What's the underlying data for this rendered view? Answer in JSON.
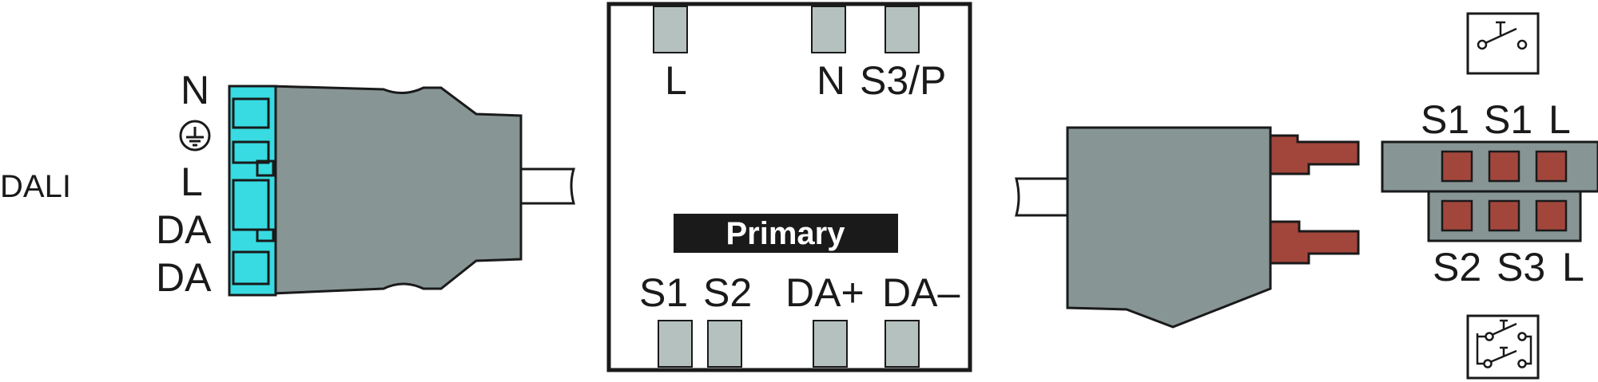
{
  "left_connector": {
    "side_label": "DALI",
    "pins": [
      "N",
      "L",
      "DA",
      "DA"
    ],
    "earth_symbol": "earth-ground-icon"
  },
  "driver_box": {
    "top_terminals": [
      "L",
      "N",
      "S3/P"
    ],
    "bottom_terminals": [
      "S1",
      "S2",
      "DA+",
      "DA–"
    ],
    "badge": "Primary"
  },
  "right_connector": {
    "top_labels": [
      "S1",
      "S1",
      "L"
    ],
    "bottom_labels": [
      "S2",
      "S3",
      "L"
    ],
    "switch_single": "single-pushbutton-switch-icon",
    "switch_double": "double-pushbutton-switch-icon"
  },
  "colors": {
    "connector_grey": "#879595",
    "terminal_grey": "#b5c1be",
    "dali_cyan": "#37dbe1",
    "pin_red": "#a2463c",
    "badge_black": "#1a1a1a"
  }
}
